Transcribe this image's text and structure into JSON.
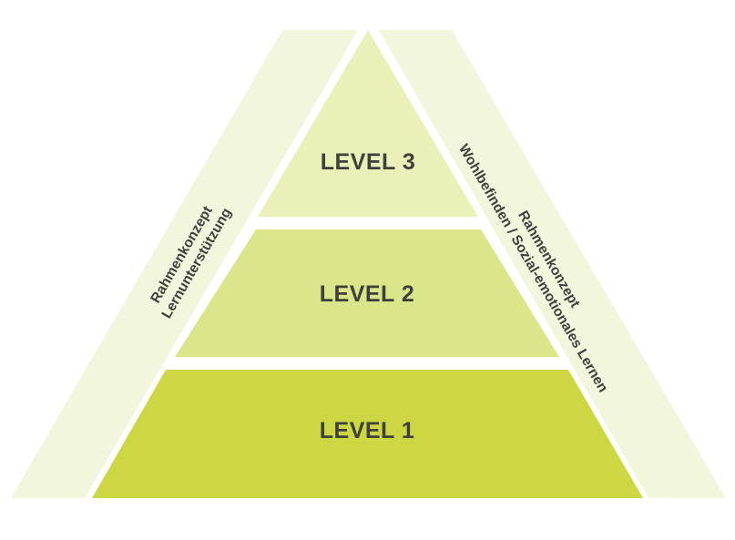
{
  "diagram": {
    "levels": [
      {
        "label": "LEVEL 3",
        "color": "#e9f1b8"
      },
      {
        "label": "LEVEL 2",
        "color": "#dbe68a"
      },
      {
        "label": "LEVEL 1",
        "color": "#ccd743"
      }
    ],
    "left_band": {
      "line1": "Rahmenkonzept",
      "line2": "Lernunterstützung",
      "color": "#f2f6dc"
    },
    "right_band": {
      "line1": "Rahmenkonzept",
      "line2": "Wohlbefinden / Sozial-emotionales Lernen",
      "color": "#f2f6dc"
    },
    "text_color": "#3f3f3c"
  }
}
